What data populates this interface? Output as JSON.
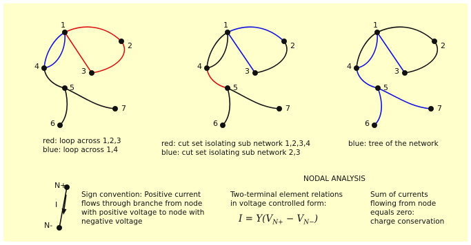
{
  "colors": {
    "background": "#ffffcc",
    "black": "#111111",
    "red": "#dd1111",
    "blue": "#1111dd"
  },
  "graph1": {
    "node_labels": {
      "n1": "1",
      "n2": "2",
      "n3": "3",
      "n4": "4",
      "n5": "5",
      "n6": "6",
      "n7": "7"
    },
    "caption_line1": "red: loop across 1,2,3",
    "caption_line2": "blue: loop across 1,4"
  },
  "graph2": {
    "node_labels": {
      "n1": "1",
      "n2": "2",
      "n3": "3",
      "n4": "4",
      "n5": "5",
      "n6": "6",
      "n7": "7"
    },
    "caption_line1": "red: cut set isolating sub network 1,2,3,4",
    "caption_line2": "blue: cut set isolating sub network 2,3"
  },
  "graph3": {
    "node_labels": {
      "n1": "1",
      "n2": "2",
      "n3": "3",
      "n4": "4",
      "n5": "5",
      "n6": "6",
      "n7": "7"
    },
    "caption_line1": "blue: tree of the network"
  },
  "nodal_analysis": {
    "title": "NODAL ANALYSIS",
    "terminal_plus": "N+",
    "terminal_minus": "N-",
    "current_label": "I",
    "sign_convention": [
      "Sign convention: Positive current",
      "flows through branche from node",
      "with positive voltage to node with",
      "negative voltage"
    ],
    "relations": [
      "Two-terminal element relations",
      "in voltage controlled form:"
    ],
    "formula": "I = Y(V_{N+} − V_{N−})",
    "kcl": [
      "Sum of currents",
      "flowing from node",
      "equals zero:",
      "charge conservation"
    ]
  }
}
